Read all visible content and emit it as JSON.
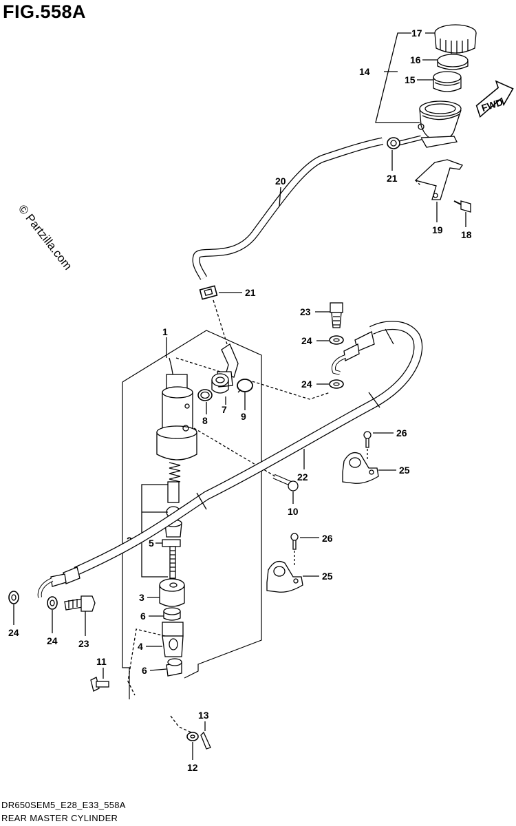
{
  "figure": {
    "title": "FIG.558A",
    "watermark": "© Partzilla.com",
    "drawing_code": "DR650SEM5_E28_E33_558A",
    "caption": "REAR MASTER CYLINDER",
    "direction_label": "FWD"
  },
  "callouts": {
    "c1": "1",
    "c2": "2",
    "c3": "3",
    "c4": "4",
    "c5": "5",
    "c6a": "6",
    "c6b": "6",
    "c7": "7",
    "c8": "8",
    "c9": "9",
    "c10": "10",
    "c11": "11",
    "c12": "12",
    "c13": "13",
    "c14": "14",
    "c15": "15",
    "c16": "16",
    "c17": "17",
    "c18": "18",
    "c19": "19",
    "c20": "20",
    "c21a": "21",
    "c21b": "21",
    "c22": "22",
    "c23a": "23",
    "c23b": "23",
    "c24a": "24",
    "c24b": "24",
    "c24c": "24",
    "c24d": "24",
    "c25a": "25",
    "c25b": "25",
    "c26a": "26",
    "c26b": "26"
  }
}
